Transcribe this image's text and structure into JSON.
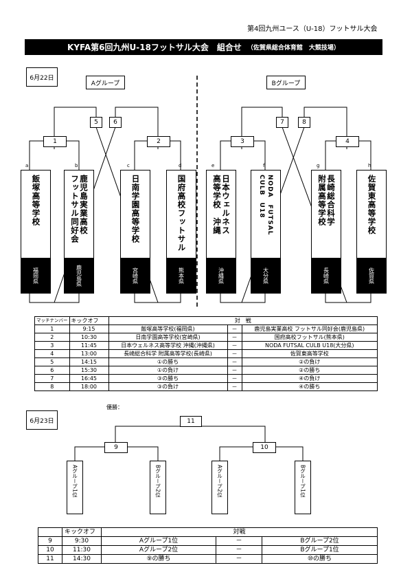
{
  "header_note": "第4回九州ユース（U-18）フットサル大会",
  "banner": {
    "title": "KYFA第6回九州U-18フットサル大会　組合せ",
    "venue": "（佐賀県総合体育館　大競技場）"
  },
  "day1": {
    "date": "6月22日",
    "group_a": "Aグループ",
    "group_b": "Bグループ",
    "match_numbers": [
      "1",
      "2",
      "3",
      "4",
      "5",
      "6",
      "7",
      "8"
    ],
    "teams": [
      {
        "letter": "a",
        "name": "飯塚高等学校",
        "pref": "福岡県"
      },
      {
        "letter": "b",
        "name": "鹿児島実業高校\nフットサル同好会",
        "pref": "鹿児島県"
      },
      {
        "letter": "c",
        "name": "日南学園高等学校",
        "pref": "宮崎県"
      },
      {
        "letter": "d",
        "name": "国府高校フットサル",
        "pref": "熊本県"
      },
      {
        "letter": "e",
        "name": "日本ウェルネス\n高等学校　沖縄",
        "pref": "沖縄県"
      },
      {
        "letter": "f",
        "name": "NODA　FUTSAL\nCULB　U18",
        "pref": "大分県"
      },
      {
        "letter": "g",
        "name": "長崎総合科学\n附属高等学校",
        "pref": "長崎県"
      },
      {
        "letter": "h",
        "name": "佐賀東高等学校",
        "pref": "佐賀県"
      }
    ],
    "schedule": {
      "headers": [
        "マッチナンバー",
        "キックオフ",
        "対　戦"
      ],
      "dash": "－",
      "rows": [
        {
          "no": "1",
          "time": "9:15",
          "home": "飯塚高等学校(福岡県)",
          "away": "鹿児島実業高校 フットサル同好会(鹿児島県)"
        },
        {
          "no": "2",
          "time": "10:30",
          "home": "日南学園高等学校(宮崎県)",
          "away": "国府高校フットサル(熊本県)"
        },
        {
          "no": "3",
          "time": "11:45",
          "home": "日本ウェルネス高等学校 沖縄(沖縄県)",
          "away": "NODA FUTSAL CULB U18(大分県)"
        },
        {
          "no": "4",
          "time": "13:00",
          "home": "長崎総合科学 附属高等学校(長崎県)",
          "away": "佐賀東高等学校"
        },
        {
          "no": "5",
          "time": "14:15",
          "home": "①の勝ち",
          "away": "②の負け"
        },
        {
          "no": "6",
          "time": "15:30",
          "home": "①の負け",
          "away": "②の勝ち"
        },
        {
          "no": "7",
          "time": "16:45",
          "home": "③の勝ち",
          "away": "④の負け"
        },
        {
          "no": "8",
          "time": "18:00",
          "home": "③の負け",
          "away": "④の勝ち"
        }
      ]
    }
  },
  "day2": {
    "date": "6月23日",
    "champion_label": "優勝：",
    "match_numbers": [
      "9",
      "10",
      "11"
    ],
    "slots": [
      "Aグループ1位",
      "Bグループ2位",
      "Aグループ2位",
      "Bグループ1位"
    ],
    "schedule": {
      "headers": [
        "",
        "キックオフ",
        "対戦"
      ],
      "dash": "－",
      "rows": [
        {
          "no": "9",
          "time": "9:30",
          "home": "Aグループ1位",
          "away": "Bグループ2位"
        },
        {
          "no": "10",
          "time": "11:30",
          "home": "Aグループ2位",
          "away": "Bグループ1位"
        },
        {
          "no": "11",
          "time": "14:30",
          "home": "⑨の勝ち",
          "away": "⑩の勝ち"
        }
      ]
    }
  }
}
